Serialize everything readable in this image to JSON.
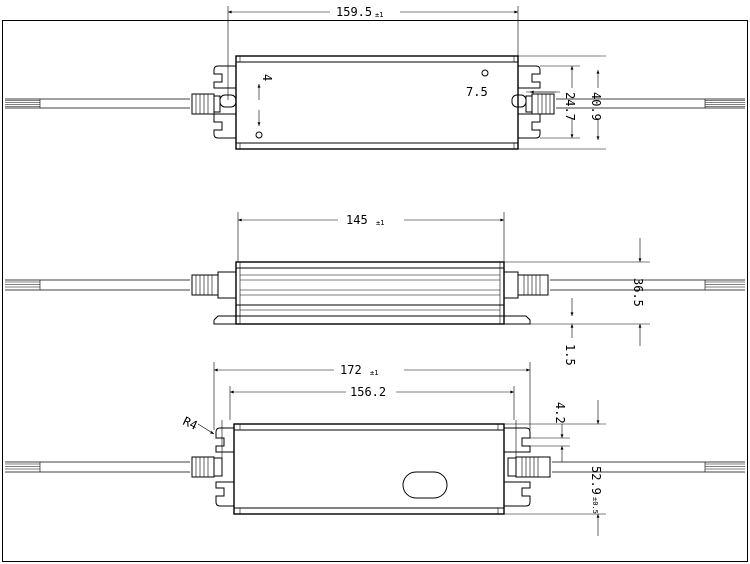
{
  "views": {
    "top": {
      "overall_length": "159.5",
      "overall_length_tol": "±1",
      "hole_offset": "4",
      "slot_offset": "7.5",
      "mount_width": "24.7",
      "body_width": "40.9"
    },
    "side": {
      "body_length": "145",
      "body_length_tol": "±1",
      "height": "36.5",
      "flange": "1.5"
    },
    "bottom": {
      "overall_length": "172",
      "overall_length_tol": "±1",
      "mount_pitch": "156.2",
      "radius": "R4",
      "slot_width": "4.2",
      "body_width": "52.9",
      "body_width_tol": "±0.5"
    }
  }
}
